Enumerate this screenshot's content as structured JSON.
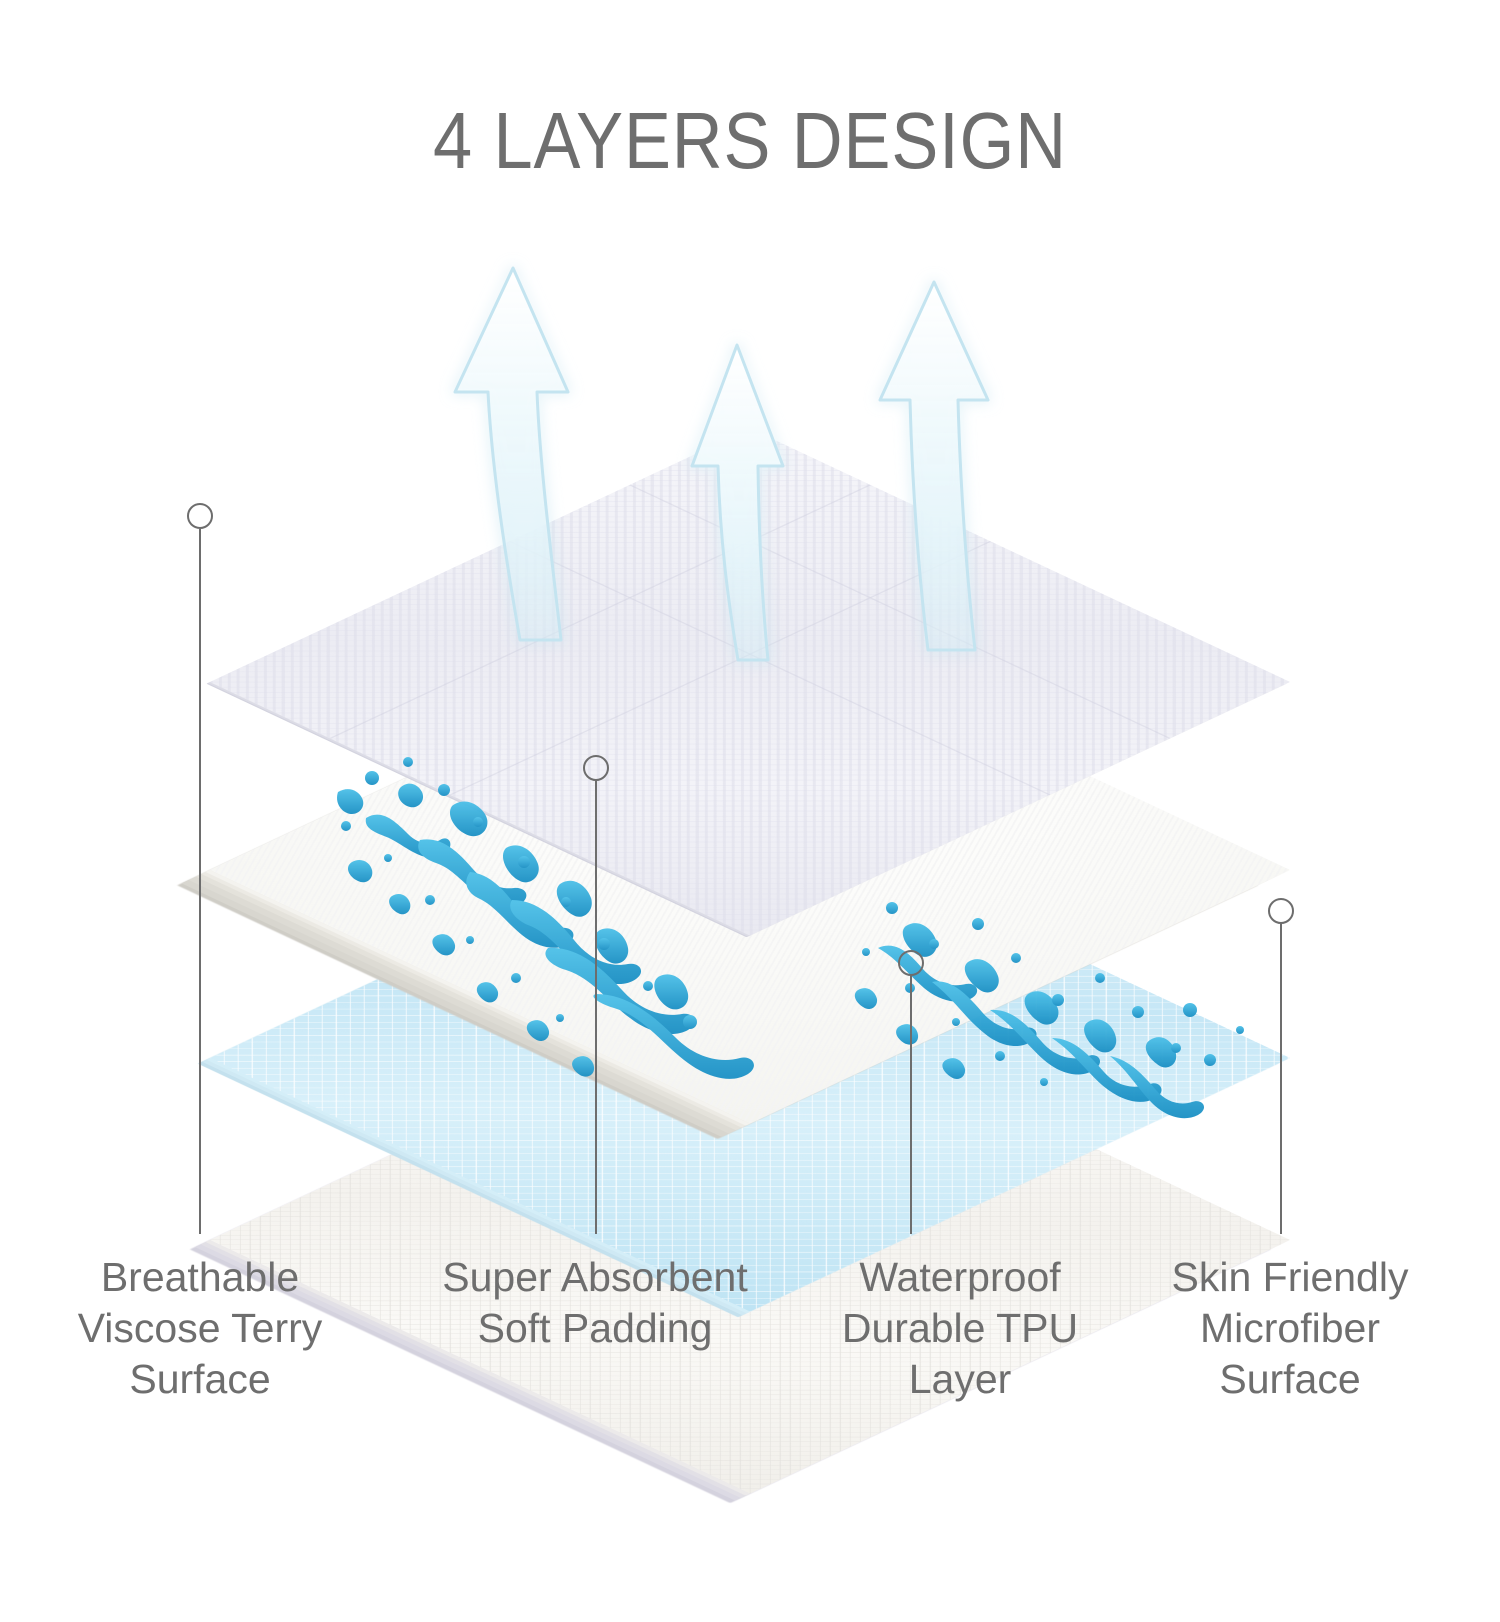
{
  "title": "4 LAYERS DESIGN",
  "colors": {
    "title_gray": "#6e6e6e",
    "label_gray": "#6e6e6e",
    "callout_line": "#6d6d6d",
    "terry_layer": "#ececf3",
    "padding_layer": "#fbfbf9",
    "tpu_layer": "#c6e7f6",
    "microfiber_layer": "#f4f2ee",
    "water_blue": "#29a8dc",
    "arrow_cyan": "#bfe2ee",
    "background": "#ffffff"
  },
  "layers": [
    {
      "id": "layer-1",
      "name": "breathable-viscose-terry-surface",
      "label": "Breathable\nViscose Terry\nSurface",
      "label_lines": [
        "Breathable",
        "Viscose Terry",
        "Surface"
      ],
      "order": 1,
      "material": "viscose terry",
      "color": "#ececf3"
    },
    {
      "id": "layer-2",
      "name": "super-absorbent-soft-padding",
      "label": "Super Absorbent\nSoft Padding",
      "label_lines": [
        "Super Absorbent",
        "Soft Padding"
      ],
      "order": 2,
      "material": "soft padding",
      "color": "#fbfbf9"
    },
    {
      "id": "layer-3",
      "name": "waterproof-durable-tpu-layer",
      "label": "Waterproof\nDurable TPU\nLayer",
      "label_lines": [
        "Waterproof",
        "Durable TPU",
        "Layer"
      ],
      "order": 3,
      "material": "TPU",
      "color": "#c6e7f6"
    },
    {
      "id": "layer-4",
      "name": "skin-friendly-microfiber-surface",
      "label": "Skin Friendly\nMicrofiber\nSurface",
      "label_lines": [
        "Skin Friendly",
        "Microfiber",
        "Surface"
      ],
      "order": 4,
      "material": "microfiber",
      "color": "#f4f2ee"
    }
  ],
  "annotations": {
    "breathability_arrows": 3,
    "water_splash": "water splash on TPU layer"
  }
}
